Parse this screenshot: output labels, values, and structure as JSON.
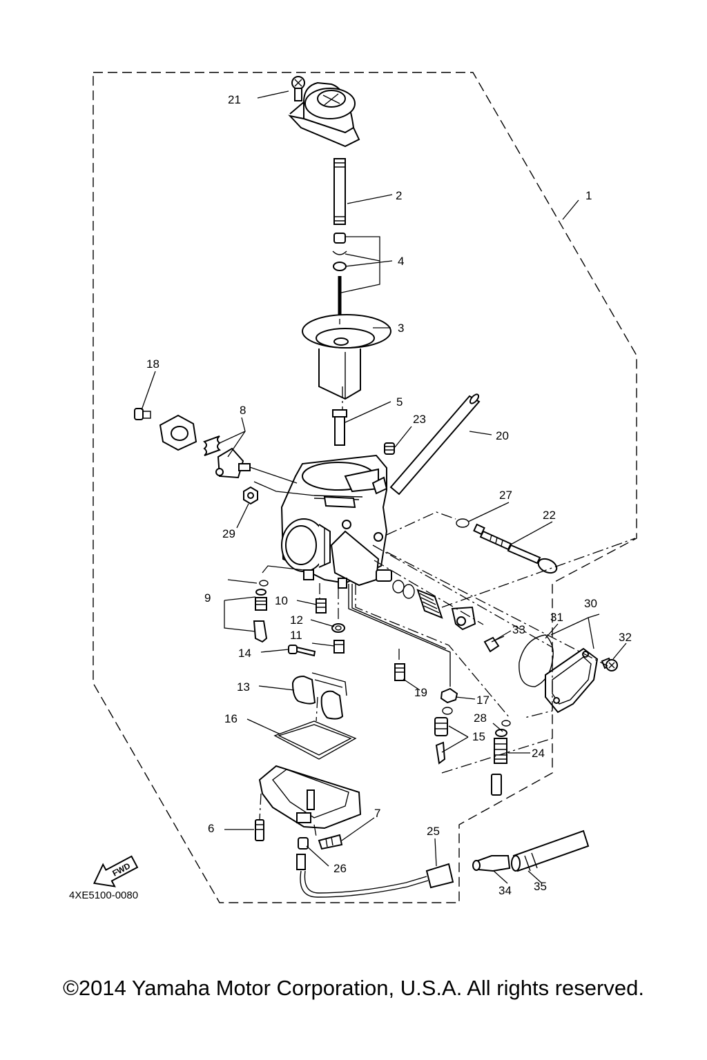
{
  "diagram": {
    "code": "4XE5100-0080",
    "fwd_label": "FWD",
    "labels": [
      "1",
      "2",
      "3",
      "4",
      "5",
      "6",
      "7",
      "8",
      "9",
      "10",
      "11",
      "12",
      "13",
      "14",
      "15",
      "16",
      "17",
      "18",
      "19",
      "20",
      "21",
      "22",
      "23",
      "24",
      "25",
      "26",
      "27",
      "28",
      "29",
      "30",
      "31",
      "32",
      "33",
      "34",
      "35"
    ]
  },
  "footer": {
    "copyright": "©2014 Yamaha Motor Corporation, U.S.A. All rights reserved."
  }
}
